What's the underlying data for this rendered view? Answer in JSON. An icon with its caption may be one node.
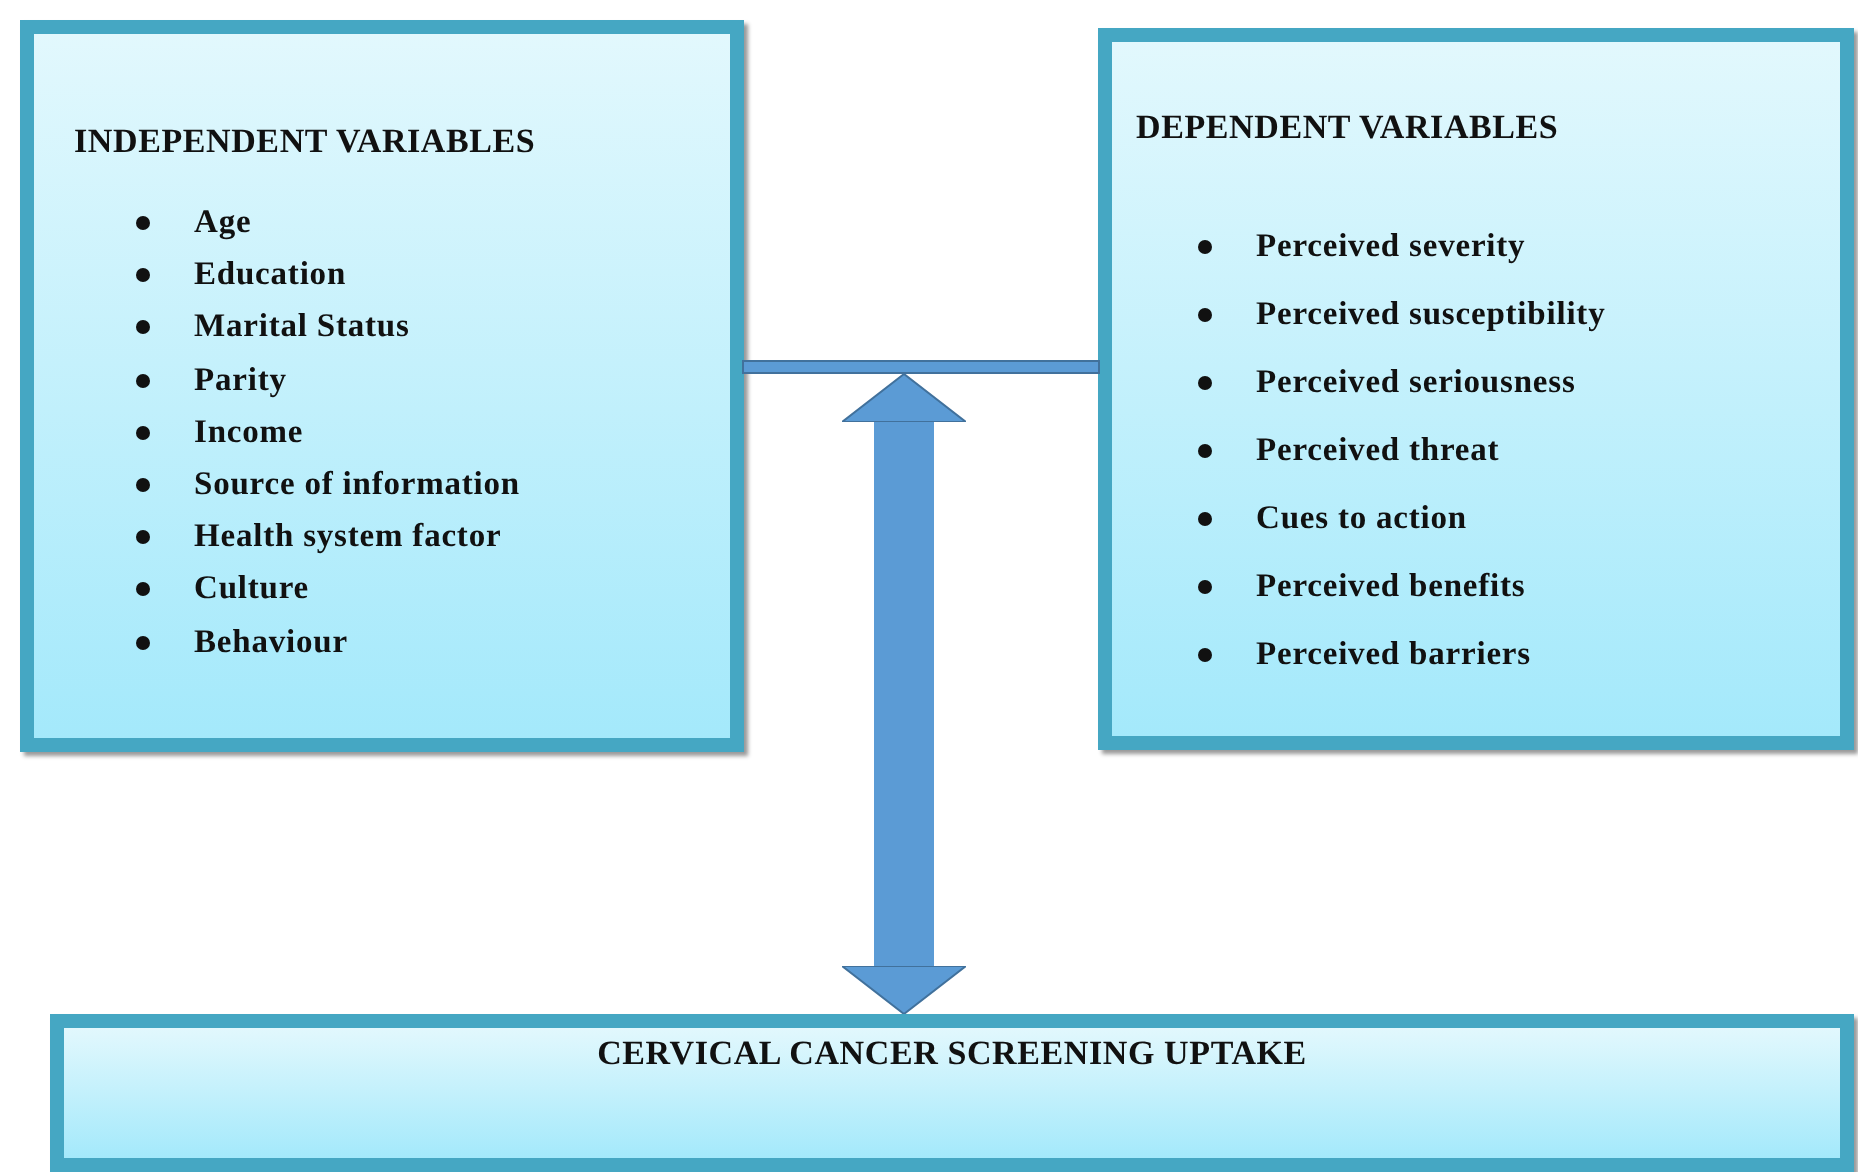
{
  "diagram": {
    "nodes": [
      {
        "text": [
          "INDEPENDENT VARIABLES",
          "Age",
          "Education",
          "Marital Status",
          "Parity",
          "Income",
          "Source of information",
          "Health system factor",
          "Culture",
          "Behaviour"
        ]
      },
      {
        "text": [
          "DEPENDENT VARIABLES",
          "Perceived severity",
          "Perceived susceptibility",
          "Perceived seriousness",
          "Perceived threat",
          "Cues to action",
          "Perceived benefits",
          "Perceived barriers"
        ]
      },
      {
        "text": [],
        "shape": "bar"
      },
      {
        "text": [
          "CERVICAL CANCER SCREENING UPTAKE"
        ]
      }
    ],
    "edges": [
      {
        "from": 2,
        "to": 3,
        "arrow": "both"
      }
    ]
  }
}
